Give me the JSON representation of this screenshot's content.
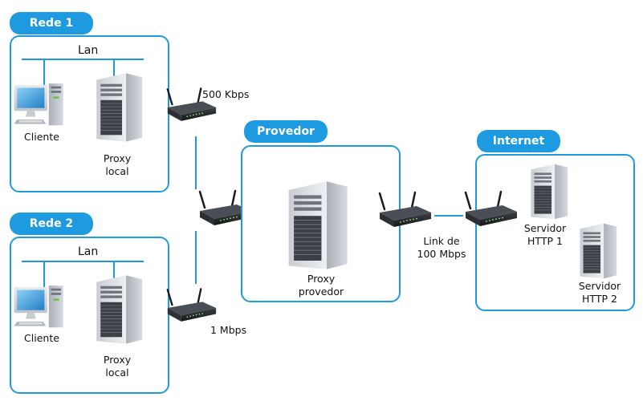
{
  "networks": {
    "rede1": {
      "title": "Rede 1",
      "lan": "Lan",
      "client": "Cliente",
      "proxy_line1": "Proxy",
      "proxy_line2": "local",
      "link": "500 Kbps"
    },
    "rede2": {
      "title": "Rede 2",
      "lan": "Lan",
      "client": "Cliente",
      "proxy_line1": "Proxy",
      "proxy_line2": "local",
      "link": "1 Mbps"
    },
    "provedor": {
      "title": "Provedor",
      "proxy_line1": "Proxy",
      "proxy_line2": "provedor"
    },
    "internet": {
      "title": "Internet",
      "server1_line1": "Servidor",
      "server1_line2": "HTTP 1",
      "server2_line1": "Servidor",
      "server2_line2": "HTTP 2"
    }
  },
  "backbone": {
    "link_line1": "Link de",
    "link_line2": "100 Mbps"
  },
  "colors": {
    "accent": "#1e9be0",
    "device_light": "#d9dde2",
    "device_dark": "#2a2d31",
    "screen": "#3aa3e0"
  },
  "icons": {
    "router": "router-icon",
    "server": "server-tower-icon",
    "desktop": "desktop-pc-icon"
  }
}
